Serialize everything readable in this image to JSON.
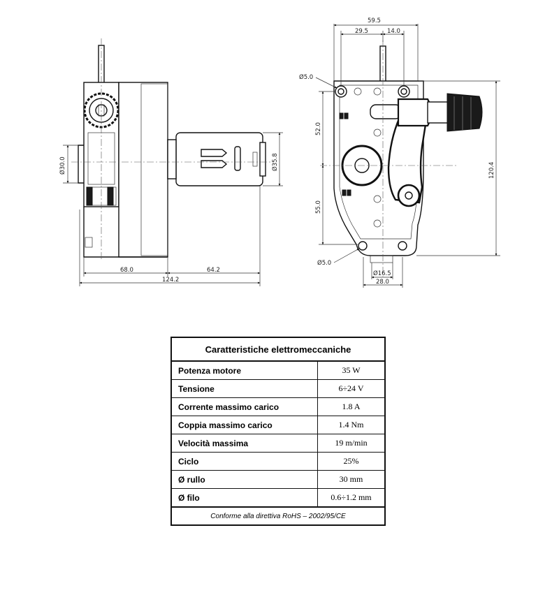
{
  "drawing": {
    "side_view": {
      "dim_total_length": "124.2",
      "dim_gearbox": "68.0",
      "dim_motor": "64.2",
      "dim_shaft_dia": "Ø30.0",
      "dim_motor_dia": "Ø35.8"
    },
    "front_view": {
      "dim_width": "59.5",
      "dim_left_hole": "29.5",
      "dim_right_hole": "14.0",
      "dim_upper_height": "52.0",
      "dim_lower_height": "55.0",
      "dim_total_height": "120.4",
      "dim_hole_top": "Ø5.0",
      "dim_hole_bottom": "Ø5.0",
      "dim_hub_dia": "Ø16.5",
      "dim_base_width": "28.0"
    }
  },
  "table": {
    "title": "Caratteristiche elettromeccaniche",
    "rows": [
      {
        "label": "Potenza motore",
        "value": "35 W"
      },
      {
        "label": "Tensione",
        "value": "6÷24 V"
      },
      {
        "label": "Corrente massimo carico",
        "value": "1.8 A"
      },
      {
        "label": "Coppia massimo carico",
        "value": "1.4 Nm"
      },
      {
        "label": "Velocità massima",
        "value": "19 m/min"
      },
      {
        "label": "Ciclo",
        "value": "25%"
      },
      {
        "label": "Ø rullo",
        "value": "30 mm"
      },
      {
        "label": "Ø filo",
        "value": "0.6÷1.2 mm"
      }
    ],
    "note": "Conforme alla direttiva RoHS – 2002/95/CE"
  }
}
